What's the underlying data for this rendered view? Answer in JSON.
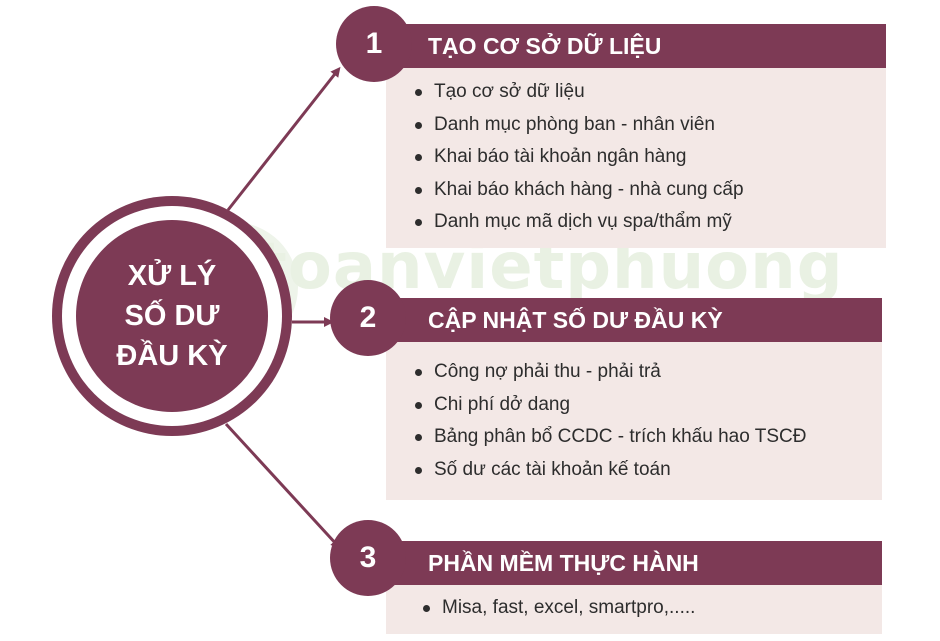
{
  "watermark": "ketoanvietphuong",
  "hub": {
    "lines": [
      "XỬ LÝ",
      "SỐ DƯ",
      "ĐẦU KỲ"
    ]
  },
  "steps": [
    {
      "number": "1",
      "title": "TẠO CƠ SỞ DỮ LIỆU",
      "items": [
        "Tạo cơ sở dữ liệu",
        "Danh mục phòng ban - nhân viên",
        "Khai báo tài khoản ngân hàng",
        "Khai báo khách hàng - nhà cung cấp",
        "Danh mục mã dịch vụ spa/thẩm mỹ"
      ]
    },
    {
      "number": "2",
      "title": "CẬP NHẬT SỐ DƯ ĐẦU KỲ",
      "items": [
        "Công nợ phải thu - phải trả",
        "Chi phí dở dang",
        "Bảng phân bổ CCDC - trích khấu hao TSCĐ",
        "Số dư các tài khoản kế toán"
      ]
    },
    {
      "number": "3",
      "title": "PHẦN MỀM THỰC HÀNH",
      "items": [
        "Misa, fast, excel, smartpro,....."
      ]
    }
  ],
  "colors": {
    "accent": "#7d3a55",
    "panel": "#f3e8e6",
    "text": "#2d2d2d"
  }
}
